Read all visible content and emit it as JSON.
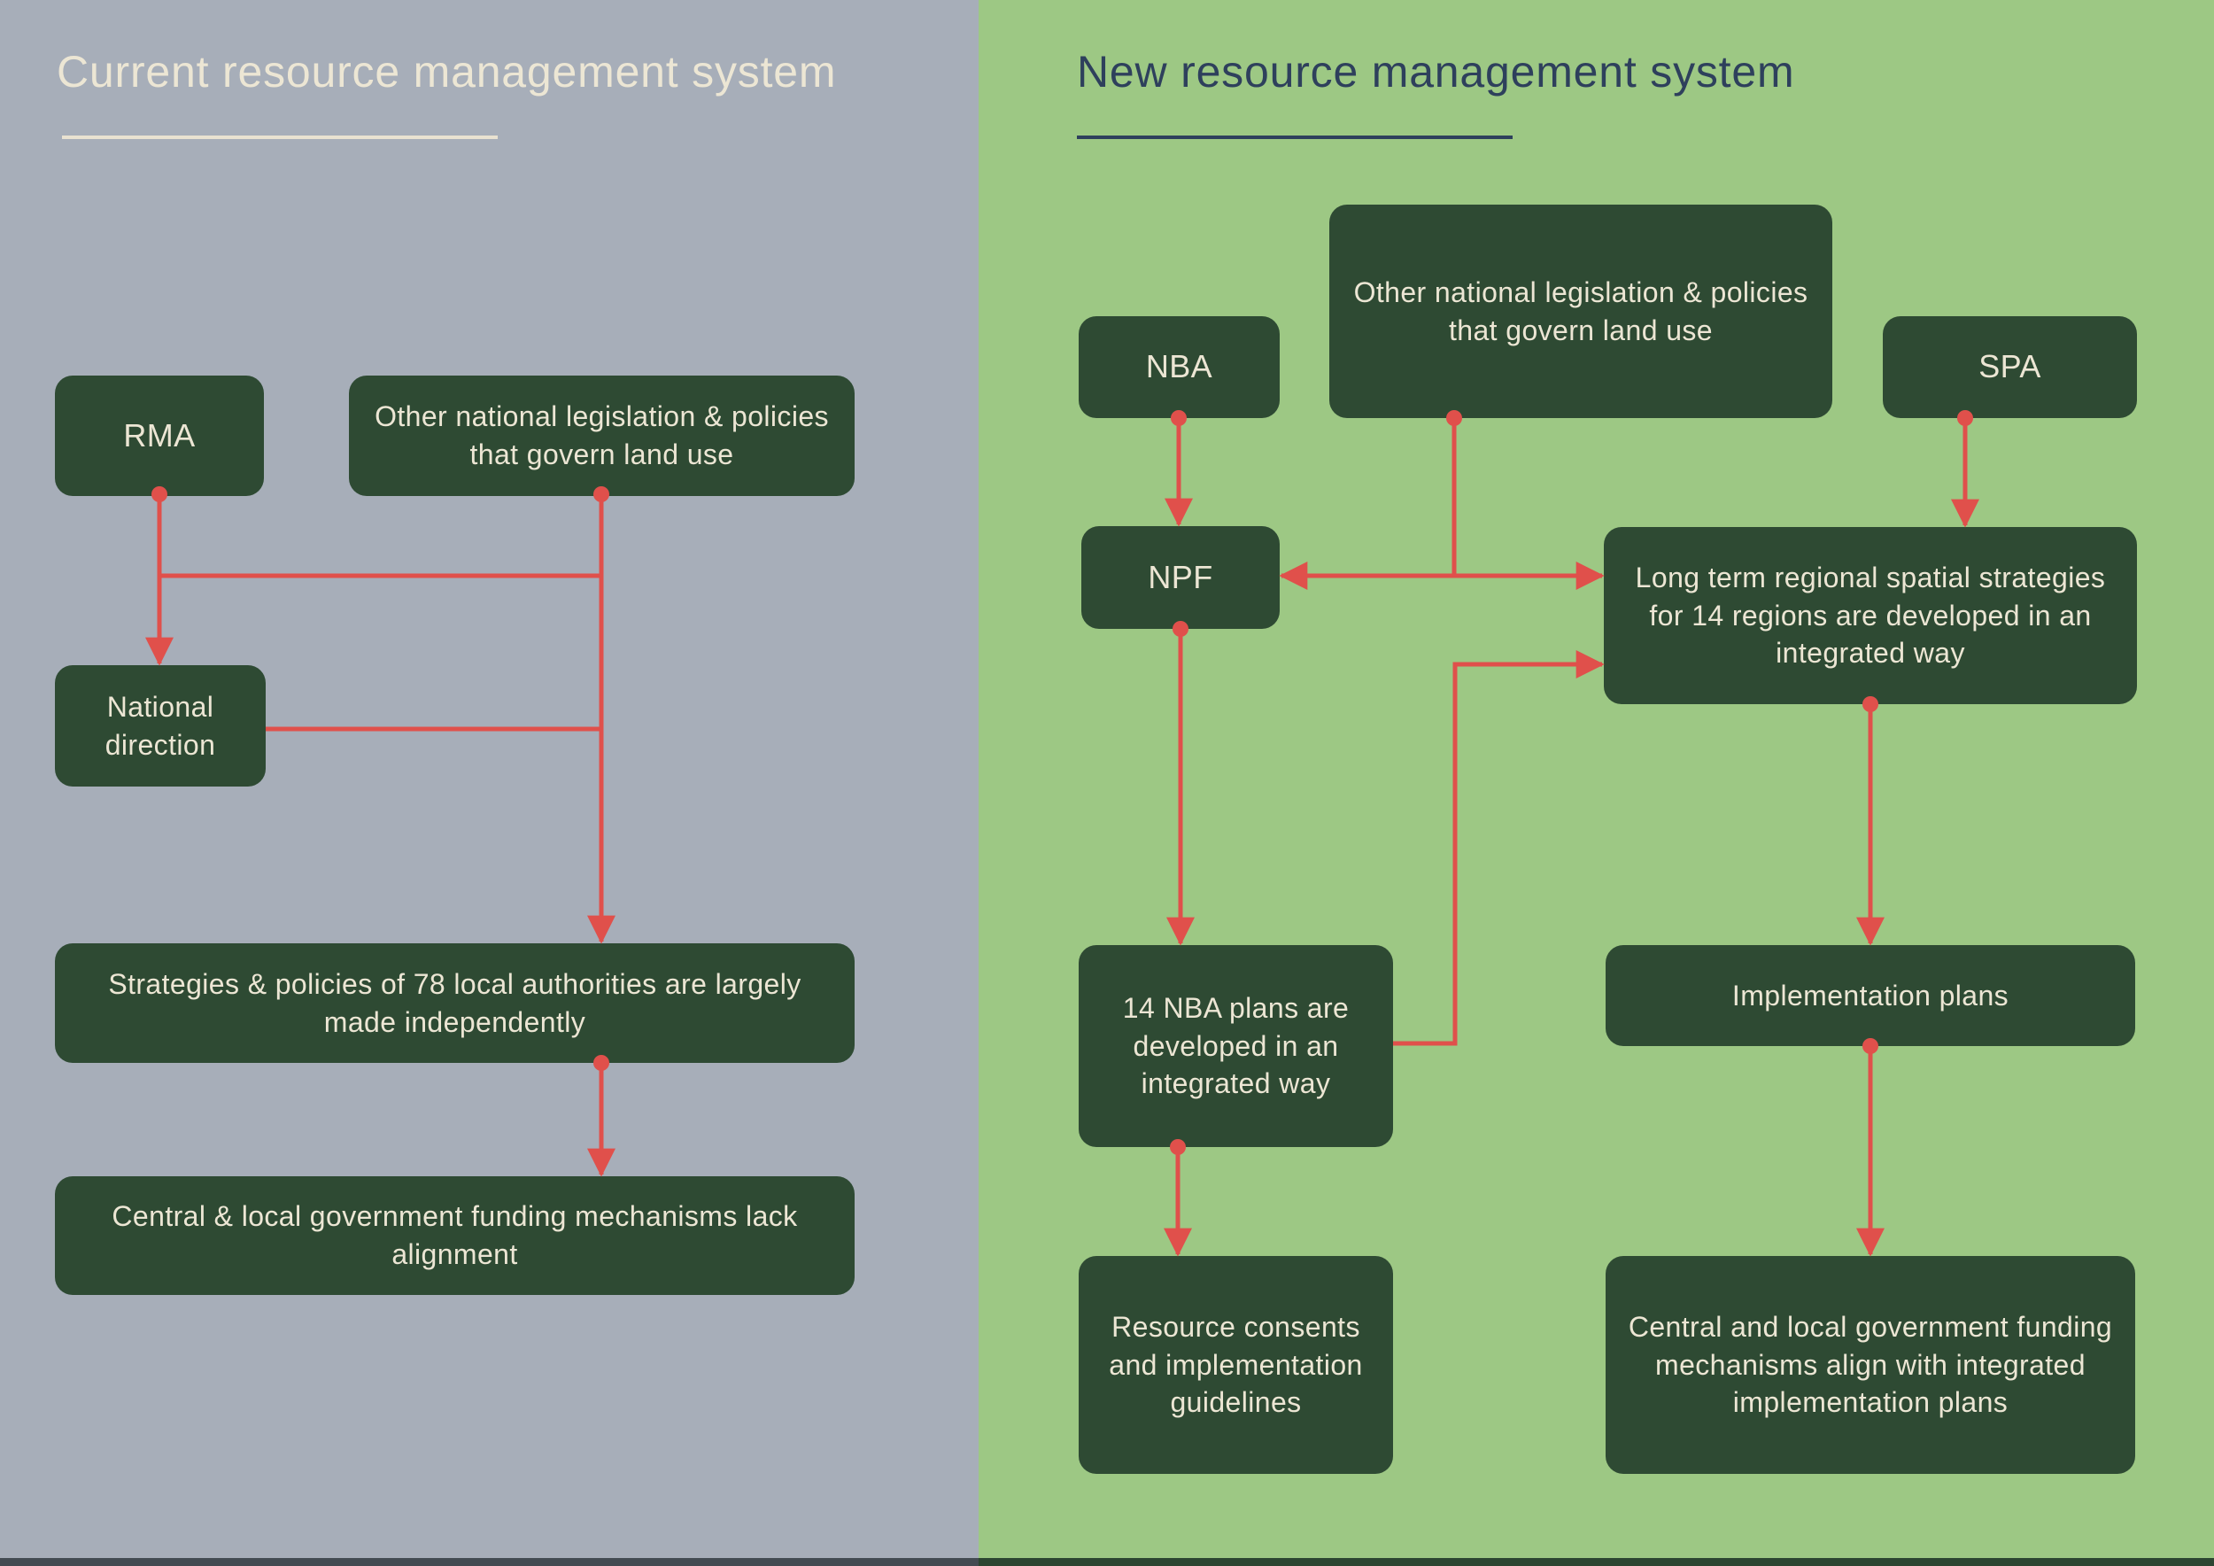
{
  "left_panel": {
    "title": "Current resource management system",
    "nodes": {
      "rma": "RMA",
      "other_legislation": "Other national legislation & policies that govern land use",
      "national_direction": "National direction",
      "strategies": "Strategies & policies of 78 local authorities are largely made independently",
      "funding_lack": "Central & local government funding mechanisms lack alignment"
    }
  },
  "right_panel": {
    "title": "New resource management system",
    "nodes": {
      "nba": "NBA",
      "other_legislation": "Other national legislation & policies that govern land use",
      "spa": "SPA",
      "npf": "NPF",
      "long_term_spatial": "Long term regional spatial strategies for 14 regions are developed in an integrated way",
      "nba_plans": "14 NBA plans are developed in an integrated way",
      "implementation_plans": "Implementation plans",
      "resource_consents": "Resource consents and implementation guidelines",
      "funding_align": "Central and local government funding mechanisms align with integrated implementation plans"
    }
  },
  "colors": {
    "left_background": "#a7aeb9",
    "right_background": "#9dc884",
    "node_fill": "#2e4a33",
    "connector_red": "#e0504b",
    "text_cream": "#ece6d4",
    "title_navy": "#2e405c"
  }
}
